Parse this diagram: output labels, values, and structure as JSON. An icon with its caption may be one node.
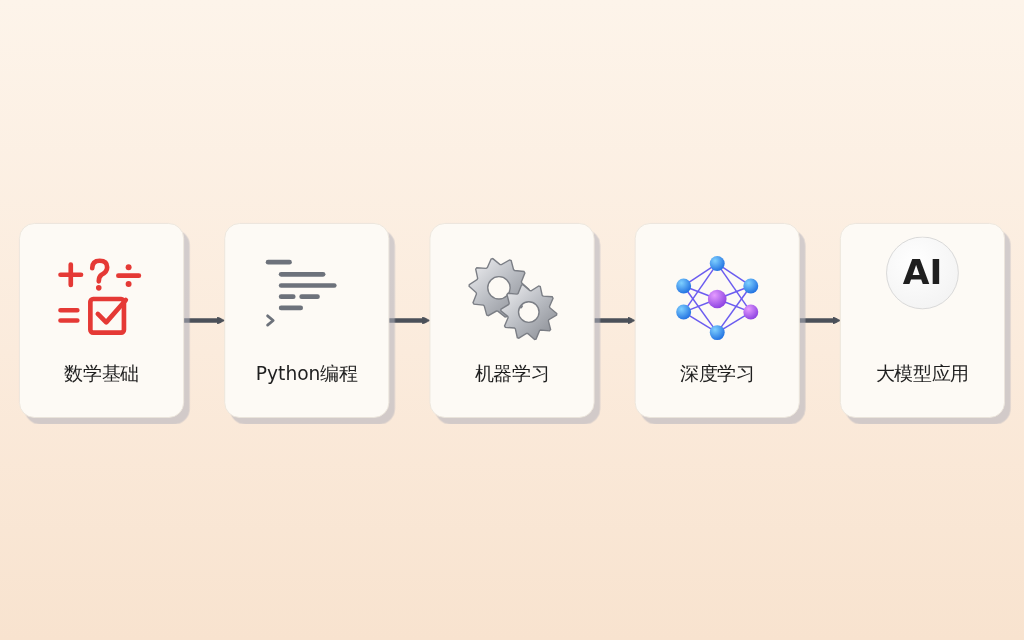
{
  "diagram": {
    "nodes": [
      {
        "text": [
          "数学基础"
        ]
      },
      {
        "text": [
          "Python编程"
        ]
      },
      {
        "text": [
          "机器学习"
        ]
      },
      {
        "text": [
          "深度学习"
        ]
      },
      {
        "text": [
          "AI",
          "大模型应用"
        ]
      }
    ],
    "edges": [
      {
        "from": 0,
        "to": 1,
        "arrow": "to"
      },
      {
        "from": 1,
        "to": 2,
        "arrow": "to"
      },
      {
        "from": 2,
        "to": 3,
        "arrow": "to"
      },
      {
        "from": 3,
        "to": 4,
        "arrow": "to"
      }
    ]
  }
}
